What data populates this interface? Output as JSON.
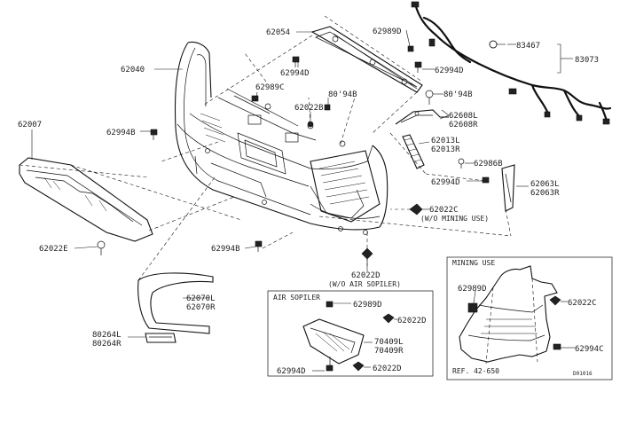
{
  "labels": {
    "p62054": "62054",
    "p62989d_top": "62989D",
    "p83467": "83467",
    "p83073": "83073",
    "p62040": "62040",
    "p62994d_a": "62994D",
    "p62994d_b": "62994D",
    "p62989c": "62989C",
    "p80194b_a": "80'94B",
    "p80194b_b": "80'94B",
    "p62007": "62007",
    "p62022b": "62022B",
    "p62608l": "62608L",
    "p62608r": "62608R",
    "p62994b_a": "62994B",
    "p62013l": "62013L",
    "p62013r": "62013R",
    "p62986b": "62986B",
    "p62994d_c": "62994D",
    "p62063l": "62063L",
    "p62063r": "62063R",
    "p62022c": "62022C",
    "wo_mining": "(W/O MINING USE)",
    "p62022e": "62022E",
    "p62994b_b": "62994B",
    "p62022d": "62022D",
    "wo_air": "(W/O AIR SOPILER)",
    "p62070l": "62070L",
    "p62070r": "62070R",
    "p80264l": "80264L",
    "p80264r": "80264R",
    "air_title": "AIR SOPILER",
    "air_62989d": "62989D",
    "air_62022d_a": "62022D",
    "air_70409l": "70409L",
    "air_70409r": "70409R",
    "air_62994d": "62994D",
    "air_62022d_b": "62022D",
    "mining_title": "MINING USE",
    "mining_62989d": "62989D",
    "mining_62022c": "62022C",
    "mining_62994c": "62994C",
    "mining_ref": "REF. 42-650",
    "drawing_no": "D01016"
  }
}
